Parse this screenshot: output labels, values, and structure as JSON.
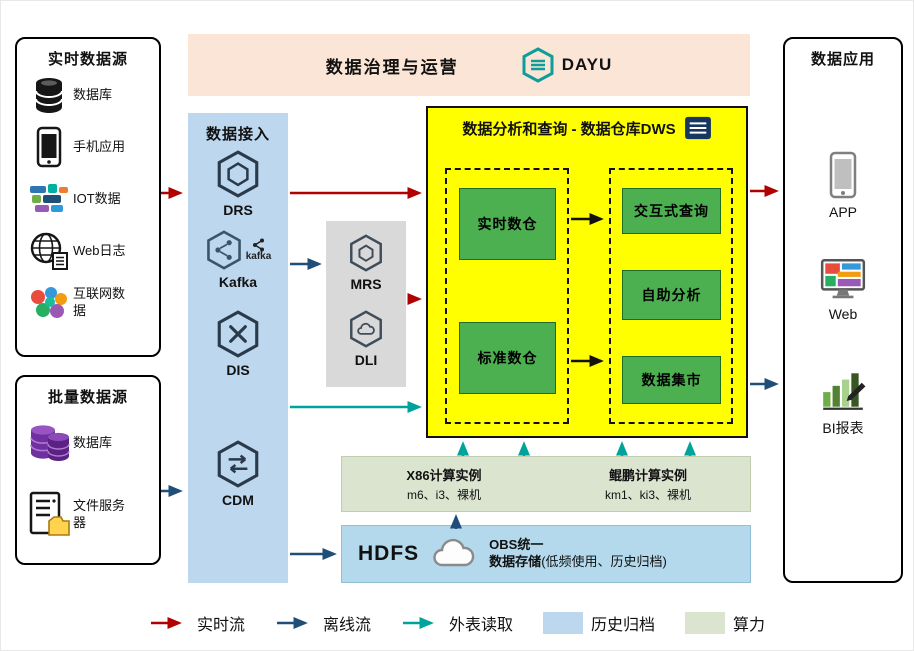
{
  "colors": {
    "realtime_flow": "#b00000",
    "offline_flow": "#1f4e79",
    "external_read": "#00a39b",
    "archive": "#bdd7ee",
    "compute": "#dbe4cf",
    "yellow": "#ffff00",
    "green_box": "#4cb050",
    "panel_blue": "#bdd7ee",
    "panel_gray": "#d9d9d9",
    "banner_peach": "#fbe5d6",
    "storage_blue": "#b4d9ec"
  },
  "realtime_sources": {
    "title": "实时数据源",
    "items": [
      {
        "label": "数据库"
      },
      {
        "label": "手机应用"
      },
      {
        "label": "IOT数据"
      },
      {
        "label": "Web日志"
      },
      {
        "label": "互联网数据"
      }
    ]
  },
  "batch_sources": {
    "title": "批量数据源",
    "items": [
      {
        "label": "数据库"
      },
      {
        "label": "文件服务器"
      }
    ]
  },
  "governance": {
    "title": "数据治理与运营",
    "logo_text": "DAYU"
  },
  "ingestion": {
    "title": "数据接入",
    "kafka_logo": "kafka",
    "services": [
      {
        "name": "DRS"
      },
      {
        "name": "Kafka"
      },
      {
        "name": "DIS"
      },
      {
        "name": "CDM"
      }
    ]
  },
  "processing": {
    "services": [
      {
        "name": "MRS"
      },
      {
        "name": "DLI"
      }
    ]
  },
  "dws": {
    "title": "数据分析和查询 - 数据仓库DWS",
    "warehouses": [
      {
        "label": "实时数仓"
      },
      {
        "label": "标准数仓"
      }
    ],
    "analytics": [
      {
        "label": "交互式查询"
      },
      {
        "label": "自助分析"
      },
      {
        "label": "数据集市"
      }
    ]
  },
  "compute": {
    "instances": [
      {
        "name": "X86计算实例",
        "detail": "m6、i3、裸机"
      },
      {
        "name": "鲲鹏计算实例",
        "detail": "km1、ki3、裸机"
      }
    ]
  },
  "storage": {
    "hdfs": "HDFS",
    "obs_line1": "OBS统一",
    "obs_line2": "数据存储",
    "note": "(低频使用、历史归档)"
  },
  "applications": {
    "title": "数据应用",
    "items": [
      {
        "label": "APP"
      },
      {
        "label": "Web"
      },
      {
        "label": "BI报表"
      }
    ]
  },
  "legend": {
    "realtime": "实时流",
    "offline": "离线流",
    "external": "外表读取",
    "archive": "历史归档",
    "compute": "算力"
  }
}
